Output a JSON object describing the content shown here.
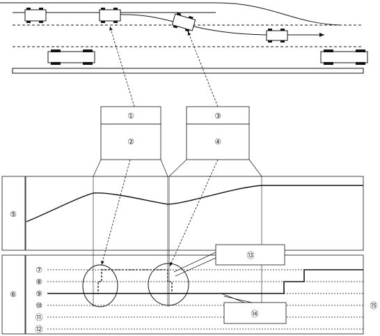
{
  "boxes": {
    "box_1": "①",
    "box_2": "②",
    "box_3": "③",
    "box_4": "④"
  },
  "panels": {
    "speed_panel_label": "⑤",
    "signal_panel_label": "⑥",
    "callout_13": "⑬",
    "callout_14": "⑭",
    "side_label_15": "⑮"
  },
  "signal_levels": [
    {
      "label": "⑦"
    },
    {
      "label": "⑧"
    },
    {
      "label": "⑨"
    },
    {
      "label": "⑩"
    },
    {
      "label": "⑪"
    },
    {
      "label": "⑫"
    }
  ]
}
